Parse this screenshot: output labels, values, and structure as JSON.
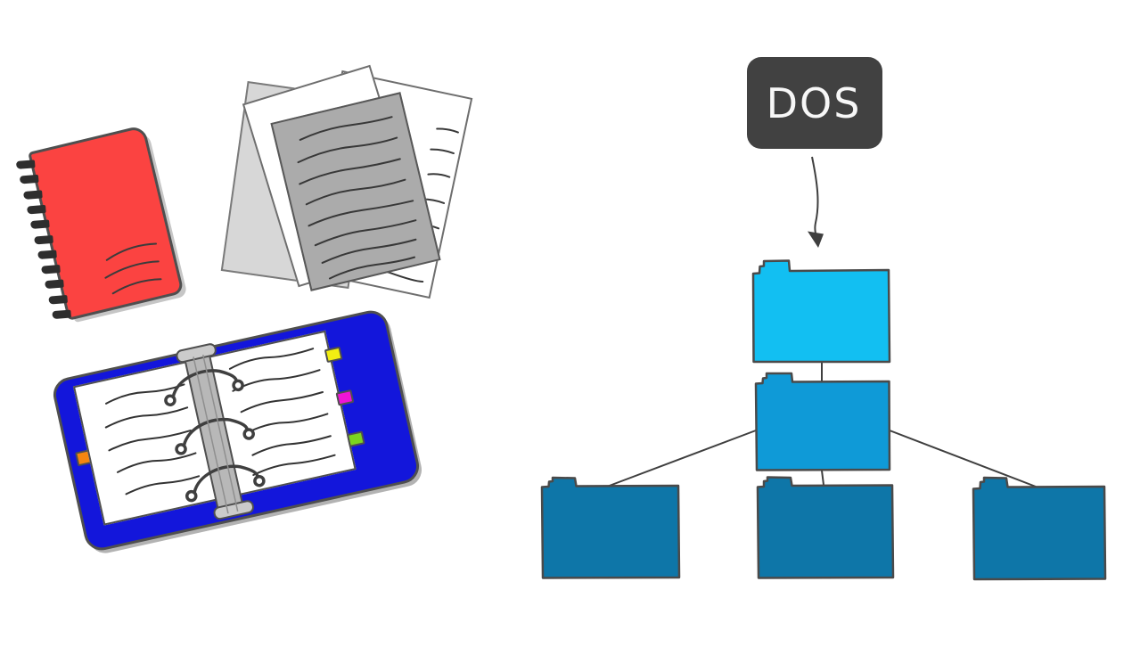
{
  "background_color": "#ffffff",
  "diagram": {
    "dos_box": {
      "label": "DOS",
      "bg": "#414141",
      "text_color": "#f7f7f7"
    },
    "line_color": "#3f3f3f",
    "outline_color": "#4a4a4a",
    "folders": [
      {
        "name": "root-folder",
        "fill": "#12bff2"
      },
      {
        "name": "level2-folder",
        "fill": "#0f9ad7"
      },
      {
        "name": "leaf-folder-left",
        "fill": "#0e76a8"
      },
      {
        "name": "leaf-folder-middle",
        "fill": "#0e76a8"
      },
      {
        "name": "leaf-folder-right",
        "fill": "#0e76a8"
      }
    ]
  },
  "illustrations": {
    "notebook": {
      "cover_color": "#fb4341",
      "spiral_color": "#2e2e2e",
      "ring_count": 11,
      "line_color": "#3c3c3c"
    },
    "papers": {
      "top_sheet_color": "#ababab",
      "back_sheet_color": "#d7d7d7",
      "white_sheet_color": "#ffffff",
      "line_color": "#383838"
    },
    "binder": {
      "cover_color": "#1316db",
      "page_color": "#ffffff",
      "spine_color": "#b8b8b8",
      "line_color": "#333333",
      "ring_wire_color": "#3f3f3f",
      "tabs": {
        "orange": "#f5860f",
        "yellow": "#f2ee12",
        "magenta": "#f014d6",
        "green": "#7cd41f"
      }
    }
  }
}
